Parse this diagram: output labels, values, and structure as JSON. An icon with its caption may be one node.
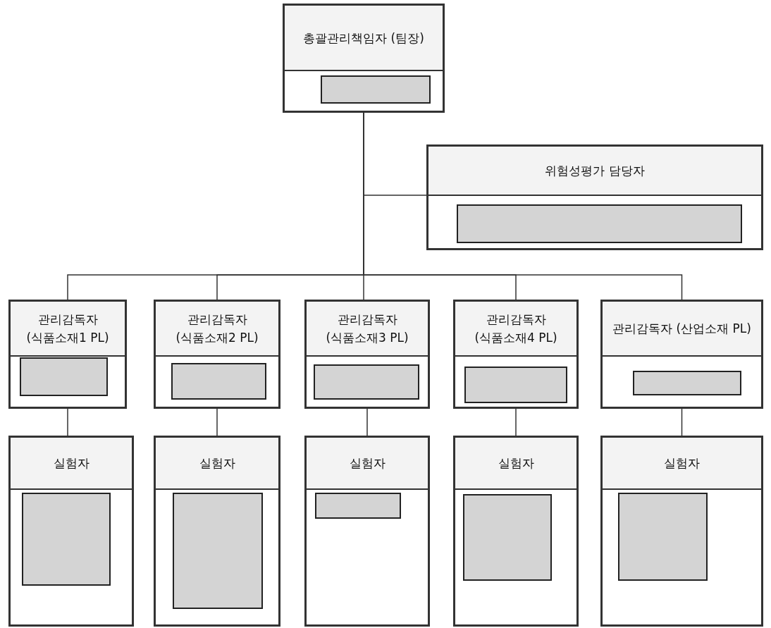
{
  "diagram": {
    "nodes": [
      {
        "text": [
          "총괄관리책임자 (팀장)"
        ]
      },
      {
        "text": [],
        "shape": "box",
        "in": 0
      },
      {
        "text": [
          "위험성평가 담당자"
        ]
      },
      {
        "text": [],
        "shape": "box",
        "in": 2
      },
      {
        "text": [
          "관리감독자 (식품소재1 PL)"
        ]
      },
      {
        "text": [],
        "shape": "box",
        "in": 4
      },
      {
        "text": [
          "관리감독자 (식품소재2 PL)"
        ]
      },
      {
        "text": [],
        "shape": "box",
        "in": 6
      },
      {
        "text": [
          "관리감독자 (식품소재3 PL)"
        ]
      },
      {
        "text": [],
        "shape": "box",
        "in": 8
      },
      {
        "text": [
          "관리감독자 (식품소재4 PL)"
        ]
      },
      {
        "text": [],
        "shape": "box",
        "in": 10
      },
      {
        "text": [
          "관리감독자 (산업소재 PL)"
        ]
      },
      {
        "text": [],
        "shape": "box",
        "in": 12
      },
      {
        "text": [
          "실험자"
        ]
      },
      {
        "text": [],
        "shape": "box",
        "in": 14
      },
      {
        "text": [
          "실험자"
        ]
      },
      {
        "text": [],
        "shape": "box",
        "in": 16
      },
      {
        "text": [
          "실험자"
        ]
      },
      {
        "text": [],
        "shape": "box",
        "in": 18
      },
      {
        "text": [
          "실험자"
        ]
      },
      {
        "text": [],
        "shape": "box",
        "in": 20
      },
      {
        "text": [
          "실험자"
        ]
      },
      {
        "text": [],
        "shape": "box",
        "in": 22
      }
    ],
    "edges": [
      {
        "from": 0,
        "to": 2,
        "arrow": "none"
      },
      {
        "from": 0,
        "to": 4,
        "arrow": "none"
      },
      {
        "from": 0,
        "to": 6,
        "arrow": "none"
      },
      {
        "from": 0,
        "to": 8,
        "arrow": "none"
      },
      {
        "from": 0,
        "to": 10,
        "arrow": "none"
      },
      {
        "from": 0,
        "to": 12,
        "arrow": "none"
      },
      {
        "from": 4,
        "to": 14,
        "arrow": "none"
      },
      {
        "from": 6,
        "to": 16,
        "arrow": "none"
      },
      {
        "from": 8,
        "to": 18,
        "arrow": "none"
      },
      {
        "from": 10,
        "to": 20,
        "arrow": "none"
      },
      {
        "from": 12,
        "to": 22,
        "arrow": "none"
      }
    ]
  }
}
